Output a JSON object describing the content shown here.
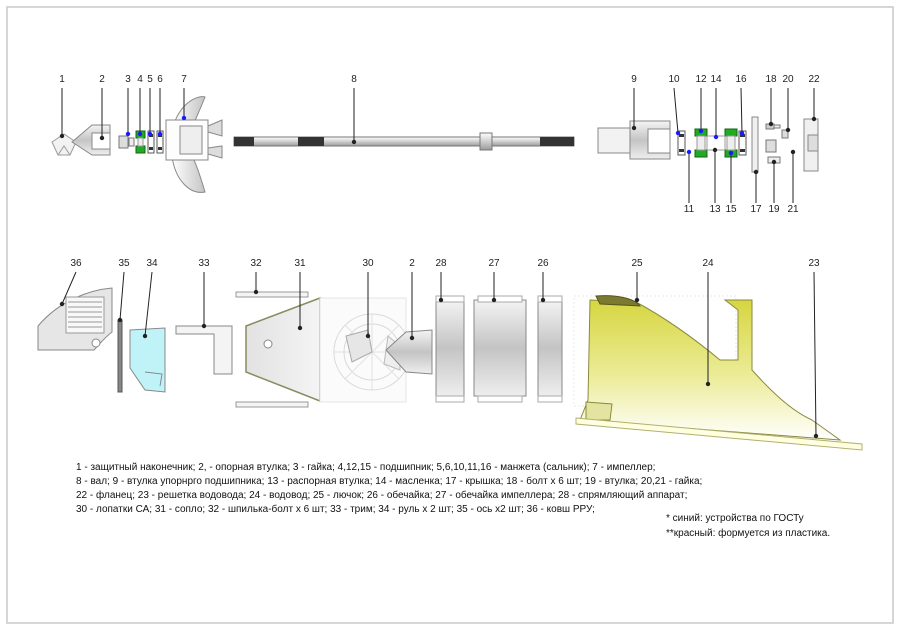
{
  "callouts": [
    {
      "id": "1",
      "text": "1",
      "color": "black"
    },
    {
      "id": "2",
      "text": "2",
      "color": "black"
    },
    {
      "id": "3",
      "text": "3",
      "color": "blue"
    },
    {
      "id": "4",
      "text": "4",
      "color": "blue"
    },
    {
      "id": "5",
      "text": "5",
      "color": "blue"
    },
    {
      "id": "6",
      "text": "6",
      "color": "blue"
    },
    {
      "id": "7",
      "text": "7",
      "color": "blue"
    },
    {
      "id": "8",
      "text": "8",
      "color": "black"
    },
    {
      "id": "9",
      "text": "9",
      "color": "black"
    },
    {
      "id": "10",
      "text": "10",
      "color": "blue"
    },
    {
      "id": "12",
      "text": "12",
      "color": "blue"
    },
    {
      "id": "14",
      "text": "14",
      "color": "blue"
    },
    {
      "id": "16",
      "text": "16",
      "color": "blue"
    },
    {
      "id": "18",
      "text": "18",
      "color": "black"
    },
    {
      "id": "20",
      "text": "20",
      "color": "black"
    },
    {
      "id": "22",
      "text": "22",
      "color": "black"
    },
    {
      "id": "11",
      "text": "11",
      "color": "blue"
    },
    {
      "id": "13",
      "text": "13",
      "color": "black"
    },
    {
      "id": "15",
      "text": "15",
      "color": "blue"
    },
    {
      "id": "17",
      "text": "17",
      "color": "black"
    },
    {
      "id": "19",
      "text": "19",
      "color": "black"
    },
    {
      "id": "21",
      "text": "21",
      "color": "black"
    },
    {
      "id": "36",
      "text": "36",
      "color": "black"
    },
    {
      "id": "35",
      "text": "35",
      "color": "black"
    },
    {
      "id": "34",
      "text": "34",
      "color": "black"
    },
    {
      "id": "33",
      "text": "33",
      "color": "black"
    },
    {
      "id": "32",
      "text": "32",
      "color": "black"
    },
    {
      "id": "31",
      "text": "31",
      "color": "red"
    },
    {
      "id": "30",
      "text": "30",
      "color": "black"
    },
    {
      "id": "2b",
      "text": "2",
      "color": "black"
    },
    {
      "id": "28",
      "text": "28",
      "color": "black"
    },
    {
      "id": "27",
      "text": "27",
      "color": "black"
    },
    {
      "id": "26",
      "text": "26",
      "color": "black"
    },
    {
      "id": "25",
      "text": "25",
      "color": "red"
    },
    {
      "id": "24",
      "text": "24",
      "color": "red"
    },
    {
      "id": "23",
      "text": "23",
      "color": "black"
    }
  ],
  "legend": [
    "1 - защитный наконечник; 2, - опорная втулка; 3 - гайка; 4,12,15 - подшипник; 5,6,10,11,16 - манжета (сальник); 7 - импеллер;",
    "8 - вал; 9 - втулка упорнрго подшипника; 13 - распорная втулка; 14 - масленка; 17 - крышка; 18 - болт х 6 шт; 19 - втулка; 20,21 - гайка;",
    "22 - фланец; 23 - решетка водовода; 24 - водовод; 25 - лючок; 26 - обечайка; 27 - обечайка импеллера; 28 - спрямляющий аппарат;",
    "30 - лопатки СА; 31 - сопло; 32 - шпилька-болт х 6 шт; 33 - трим; 34 - руль х 2 шт; 35 - ось х2 шт; 36 - ковш РРУ;"
  ],
  "notes": [
    "* синий:  устройства по ГОСТу",
    "**красный: формуется из пластика."
  ],
  "colors": {
    "blue_label": "#1a1aff",
    "red_label": "#d40000",
    "bearing_green": "#22aa22",
    "waterway_olive": "#9a9a40",
    "waterway_fill": "#e4e48a",
    "rudder_cyan": "#bff3f8",
    "part_gray": "#c8c8c8",
    "frame_border": "#c8c8c8"
  }
}
